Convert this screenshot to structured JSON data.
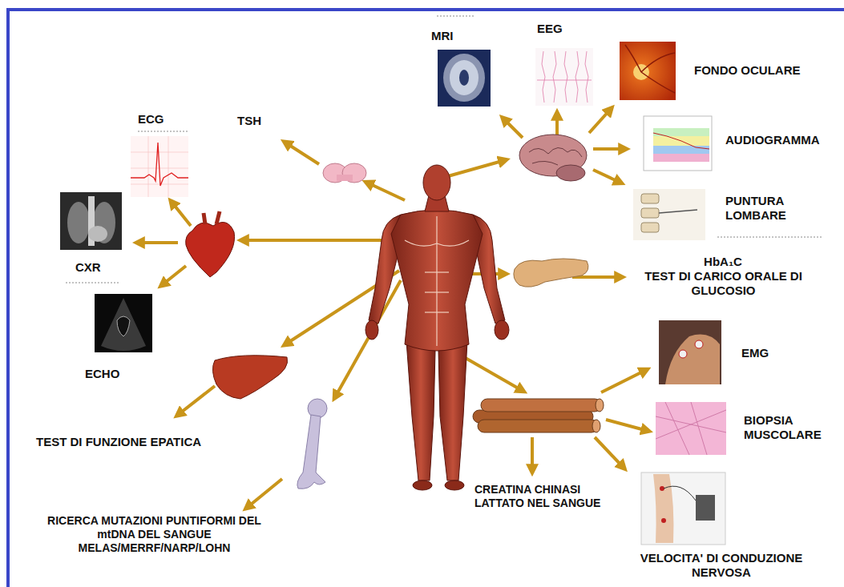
{
  "diagram": {
    "labels": [
      "MRI",
      "EEG",
      "FONDO OCULARE",
      "TSH",
      "ECG",
      "AUDIOGRAMMA",
      "PUNTURA LOMBARE",
      "CXR",
      "HbA₁C",
      "TEST DI CARICO ORALE DI GLUCOSIO",
      "ECHO",
      "EMG",
      "BIOPSIA MUSCOLARE",
      "TEST DI FUNZIONE EPATICA",
      "CREATINA CHINASI LATTATO NEL SANGUE",
      "RICERCA MUTAZIONI PUNTIFORMI DEL mtDNA DEL SANGUE MELAS/MERRF/NARP/LOHN",
      "VELOCITA' DI CONDUZIONE NERVOSA"
    ]
  }
}
